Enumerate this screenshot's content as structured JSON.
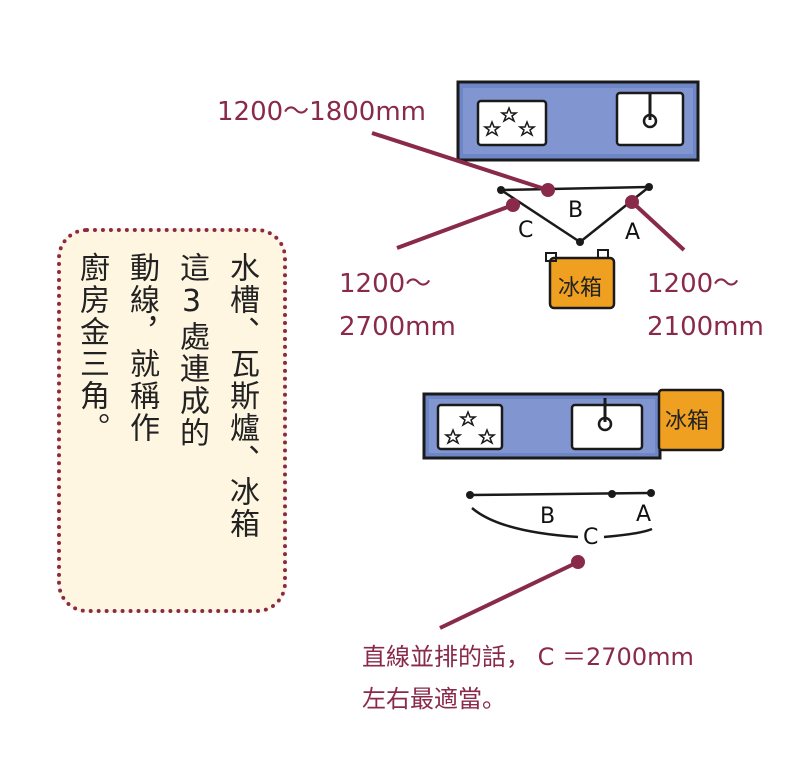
{
  "labels": {
    "top_range": "1200～1800mm",
    "left_range_line1": "1200～",
    "left_range_line2": "2700mm",
    "right_range_line1": "1200～",
    "right_range_line2": "2100mm",
    "bottom_line1": "直線並排的話， C ＝2700mm",
    "bottom_line2": "左右最適當。"
  },
  "letters": {
    "a": "A",
    "b": "B",
    "c": "C"
  },
  "fridge": "冰箱",
  "note": {
    "columns": [
      "水槽、瓦斯爐、冰箱",
      "這3處連成的",
      "動線，就稱作",
      "廚房金三角。"
    ]
  },
  "colors": {
    "accent": "#8a2a4a",
    "counter": "#6f86c6",
    "fridge": "#f0a020",
    "note_bg": "#fff6e2"
  },
  "icons": [
    "stove-icon",
    "sink-icon",
    "fridge-icon",
    "person-icon",
    "star-icon"
  ]
}
